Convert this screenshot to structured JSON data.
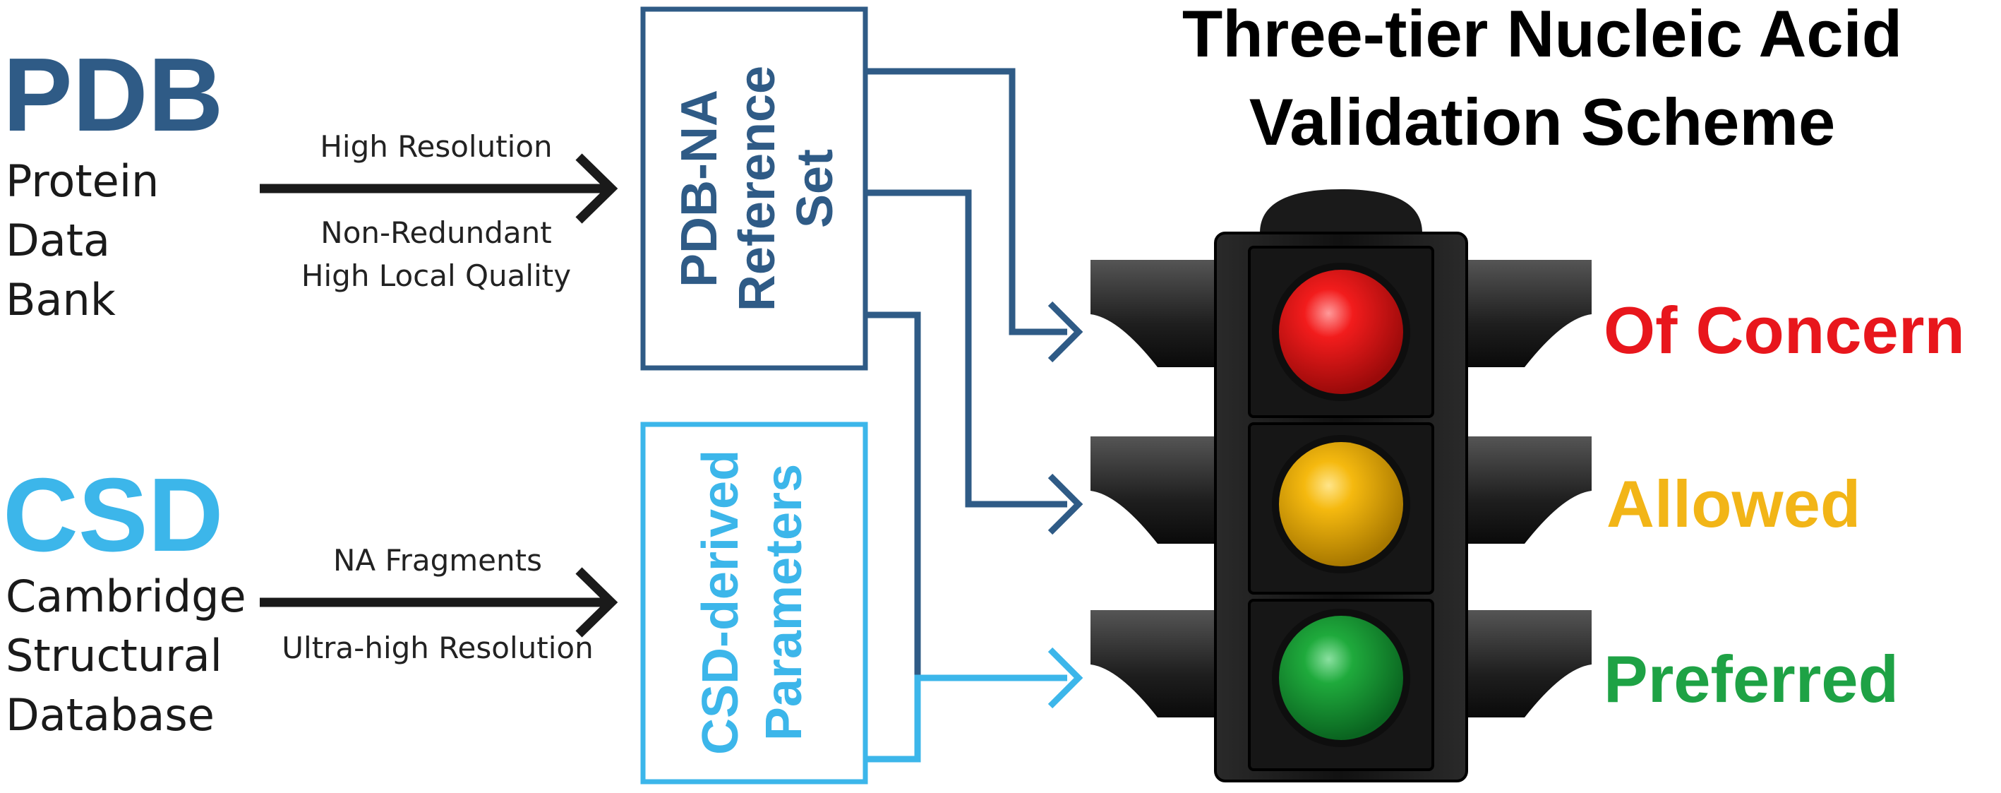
{
  "colors": {
    "pdb": "#2f5b86",
    "csd": "#3cb6ea",
    "concern": "#e8161c",
    "allowed": "#f2b517",
    "preferred": "#1ea245",
    "arrow": "#1a1a1a"
  },
  "pdb": {
    "acronym": "PDB",
    "name_lines": [
      "Protein",
      "Data",
      "Bank"
    ],
    "arrow_top_label": "High Resolution",
    "arrow_bottom_lines": [
      "Non-Redundant",
      "High Local Quality"
    ]
  },
  "csd": {
    "acronym": "CSD",
    "name_lines": [
      "Cambridge",
      "Structural",
      "Database"
    ],
    "arrow_top_label": "NA Fragments",
    "arrow_bottom_label": "Ultra-high Resolution"
  },
  "pdb_box": {
    "lines": [
      "PDB-NA",
      "Reference",
      "Set"
    ]
  },
  "csd_box": {
    "lines": [
      "CSD-derived",
      "Parameters"
    ]
  },
  "title_lines": [
    "Three-tier Nucleic Acid",
    "Validation Scheme"
  ],
  "tiers": [
    {
      "label": "Of Concern",
      "light_color": "red"
    },
    {
      "label": "Allowed",
      "light_color": "yellow"
    },
    {
      "label": "Preferred",
      "light_color": "green"
    }
  ],
  "icons": [
    "traffic-light-icon"
  ]
}
